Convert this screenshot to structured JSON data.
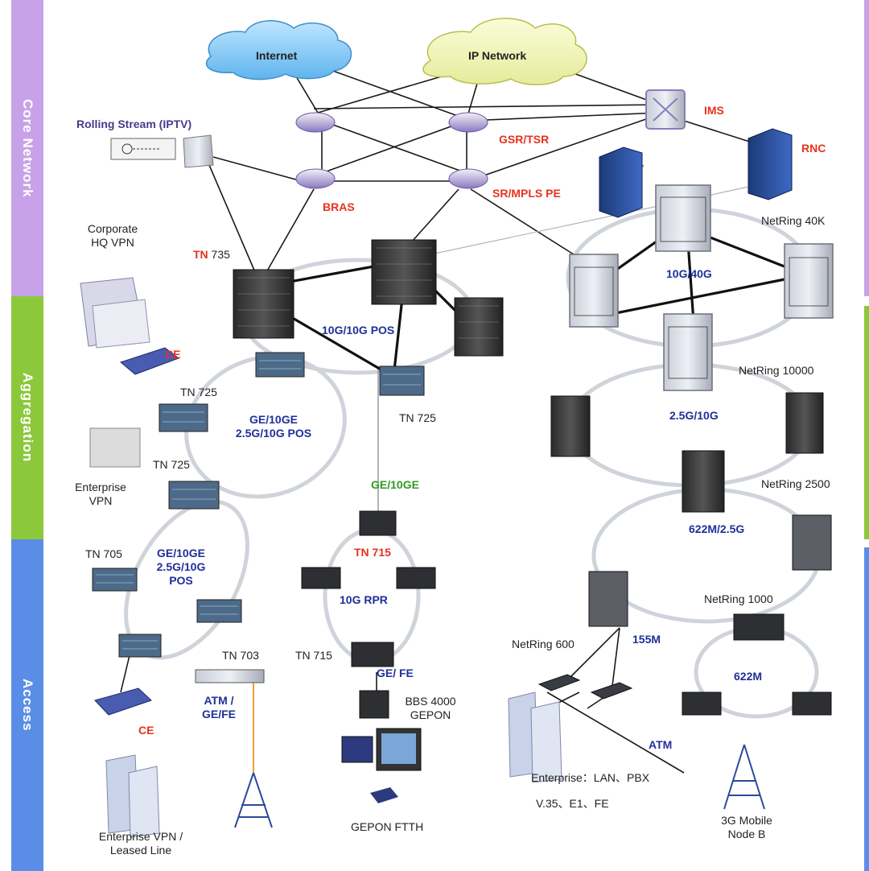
{
  "bands": {
    "core": "Core Network",
    "aggregation": "Aggregation",
    "access": "Access",
    "colors": {
      "core": "#c8a2e8",
      "aggregation": "#8cc83c",
      "access": "#5a8ee6"
    }
  },
  "clouds": {
    "internet": "Internet",
    "ip_network": "IP Network"
  },
  "core": {
    "iptv": "Rolling Stream (IPTV)",
    "gsr": "GSR/TSR",
    "bras": "BRAS",
    "srmpls": "SR/MPLS PE",
    "ims": "IMS",
    "rnc": "RNC"
  },
  "left": {
    "corporate": "Corporate\nHQ VPN",
    "tn735_red": "TN",
    "tn735_num": " 735",
    "ring_10g_pos": "10G/10G POS",
    "ce_top": "CE",
    "tn725_a": "TN 725",
    "tn725_b": "TN 725",
    "tn725_c": "TN 725",
    "ring_ge_agg": "GE/10GE\n2.5G/10G POS",
    "enterprise_vpn": "Enterprise\nVPN",
    "ge10ge_green": "GE/10GE",
    "tn705": "TN 705",
    "ring_ge_access": "GE/10GE\n2.5G/10G\nPOS",
    "tn703": "TN 703",
    "atm_gefe": "ATM /\nGE/FE",
    "ce_bottom": "CE",
    "enterprise_leased": "Enterprise VPN /\nLeased Line",
    "tn715_red": "TN 715",
    "ring_10g_rpr": "10G RPR",
    "tn715": "TN 715",
    "ge_fe": "GE/ FE",
    "bbs": "BBS 4000\nGEPON",
    "gepon_ftth": "GEPON FTTH"
  },
  "right": {
    "netring40k": "NetRing 40K",
    "ring_10g40g": "10G/40G",
    "netring10000": "NetRing 10000",
    "ring_25g10g": "2.5G/10G",
    "netring2500": "NetRing 2500",
    "ring_622m25g": "622M/2.5G",
    "netring1000": "NetRing 1000",
    "netring600": "NetRing 600",
    "m155": "155M",
    "m622": "622M",
    "atm": "ATM",
    "enterprise_lan": "Enterprise：LAN、PBX",
    "v35": "V.35、E1、FE",
    "mobile": "3G Mobile\nNode B"
  }
}
